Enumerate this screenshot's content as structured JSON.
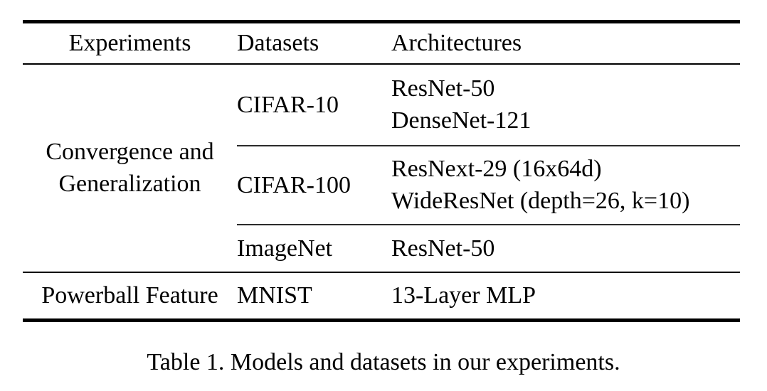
{
  "colors": {
    "background": "#ffffff",
    "text": "#000000",
    "rule": "#000000"
  },
  "table": {
    "columns": {
      "experiments": "Experiments",
      "datasets": "Datasets",
      "architectures": "Architectures"
    },
    "groups": [
      {
        "experiment": "Convergence and Generalization",
        "rows": [
          {
            "dataset": "CIFAR-10",
            "architectures": [
              "ResNet-50",
              "DenseNet-121"
            ]
          },
          {
            "dataset": "CIFAR-100",
            "architectures": [
              "ResNext-29 (16x64d)",
              "WideResNet (depth=26, k=10)"
            ]
          },
          {
            "dataset": "ImageNet",
            "architectures": [
              "ResNet-50"
            ]
          }
        ]
      },
      {
        "experiment": "Powerball Feature",
        "rows": [
          {
            "dataset": "MNIST",
            "architectures": [
              "13-Layer MLP"
            ]
          }
        ]
      }
    ]
  },
  "caption": "Table 1. Models and datasets in our experiments."
}
